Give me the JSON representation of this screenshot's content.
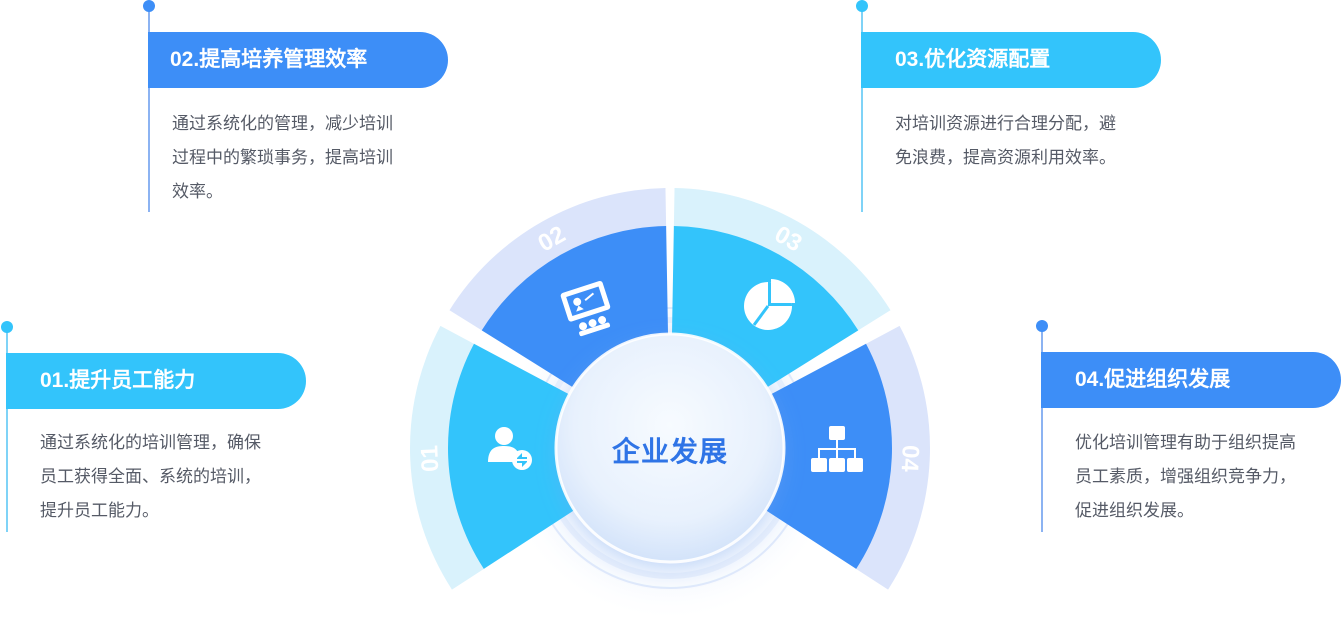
{
  "center": {
    "title": "企业发展"
  },
  "items": [
    {
      "number": "01",
      "title": "01.提升员工能力",
      "desc": [
        "通过系统化的培训管理，确保",
        "员工获得全面、系统的培训，",
        "提升员工能力。"
      ],
      "icon": "user-swap-icon"
    },
    {
      "number": "02",
      "title": "02.提高培养管理效率",
      "desc": [
        "通过系统化的管理，减少培训",
        "过程中的繁琐事务，提高培训",
        "效率。"
      ],
      "icon": "presentation-icon"
    },
    {
      "number": "03",
      "title": "03.优化资源配置",
      "desc": [
        "对培训资源进行合理分配，避",
        "免浪费，提高资源利用效率。"
      ],
      "icon": "pie-chart-icon"
    },
    {
      "number": "04",
      "title": "04.促进组织发展",
      "desc": [
        "优化培训管理有助于组织提高",
        "员工素质，增强组织竞争力，",
        "促进组织发展。"
      ],
      "icon": "org-chart-icon"
    }
  ],
  "colors": {
    "cyan": "#33c4fb",
    "blue": "#3d8ef7",
    "cyan_light": "#d9f2fc",
    "blue_light": "#dbe4fb",
    "line_cyan": "#7fd3f7",
    "line_blue": "#8cb3f2",
    "center_text": "#2f74e6"
  }
}
